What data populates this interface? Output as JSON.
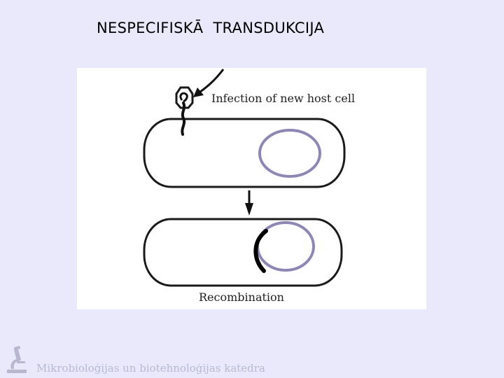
{
  "slide": {
    "title": "NESPECIFISKĀ  TRANSDUKCIJA"
  },
  "figure": {
    "infection_label": "Infection of new host cell",
    "recombination_label": "Recombination",
    "colors": {
      "cell_outline": "#1a1a1a",
      "plasmid_ring": "#8f86b8",
      "inserted_dna": "#000000"
    },
    "icons": [
      "phage-icon",
      "arrow-down-icon",
      "arrow-pointer-icon"
    ]
  },
  "footer": {
    "text": "Mikrobioloģijas un biotehnoloģijas katedra",
    "logo_icon": "microscope-icon"
  }
}
